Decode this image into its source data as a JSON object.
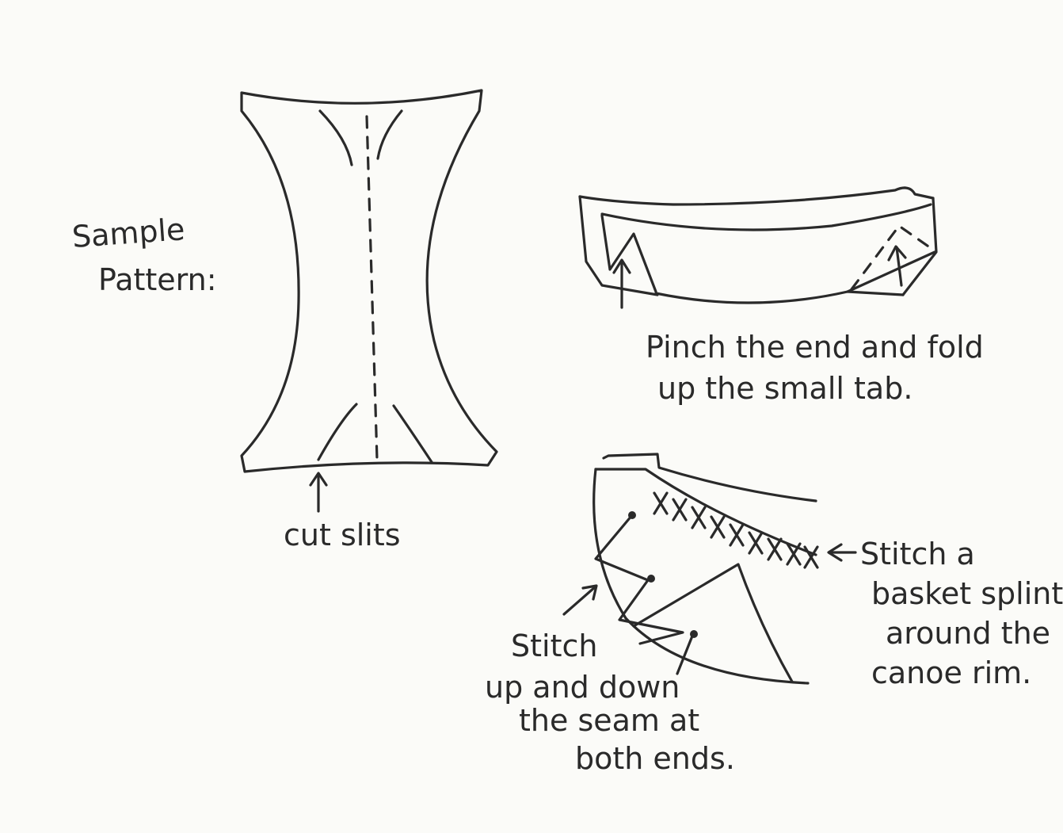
{
  "labels": {
    "sample_pattern_line1": "Sample",
    "sample_pattern_line2": "Pattern:",
    "cut_slits": "cut slits",
    "pinch_line1": "Pinch the end and fold",
    "pinch_line2": "up the small tab.",
    "stitch_basket_line1": "Stitch a",
    "stitch_basket_line2": "basket splint",
    "stitch_basket_line3": "around the",
    "stitch_basket_line4": "canoe rim.",
    "stitch_seam_line1": "Stitch",
    "stitch_seam_line2": "up and down",
    "stitch_seam_line3": "the seam at",
    "stitch_seam_line4": "both ends."
  },
  "colors": {
    "ink": "#2a2a2a",
    "paper": "#fbfbf8"
  }
}
